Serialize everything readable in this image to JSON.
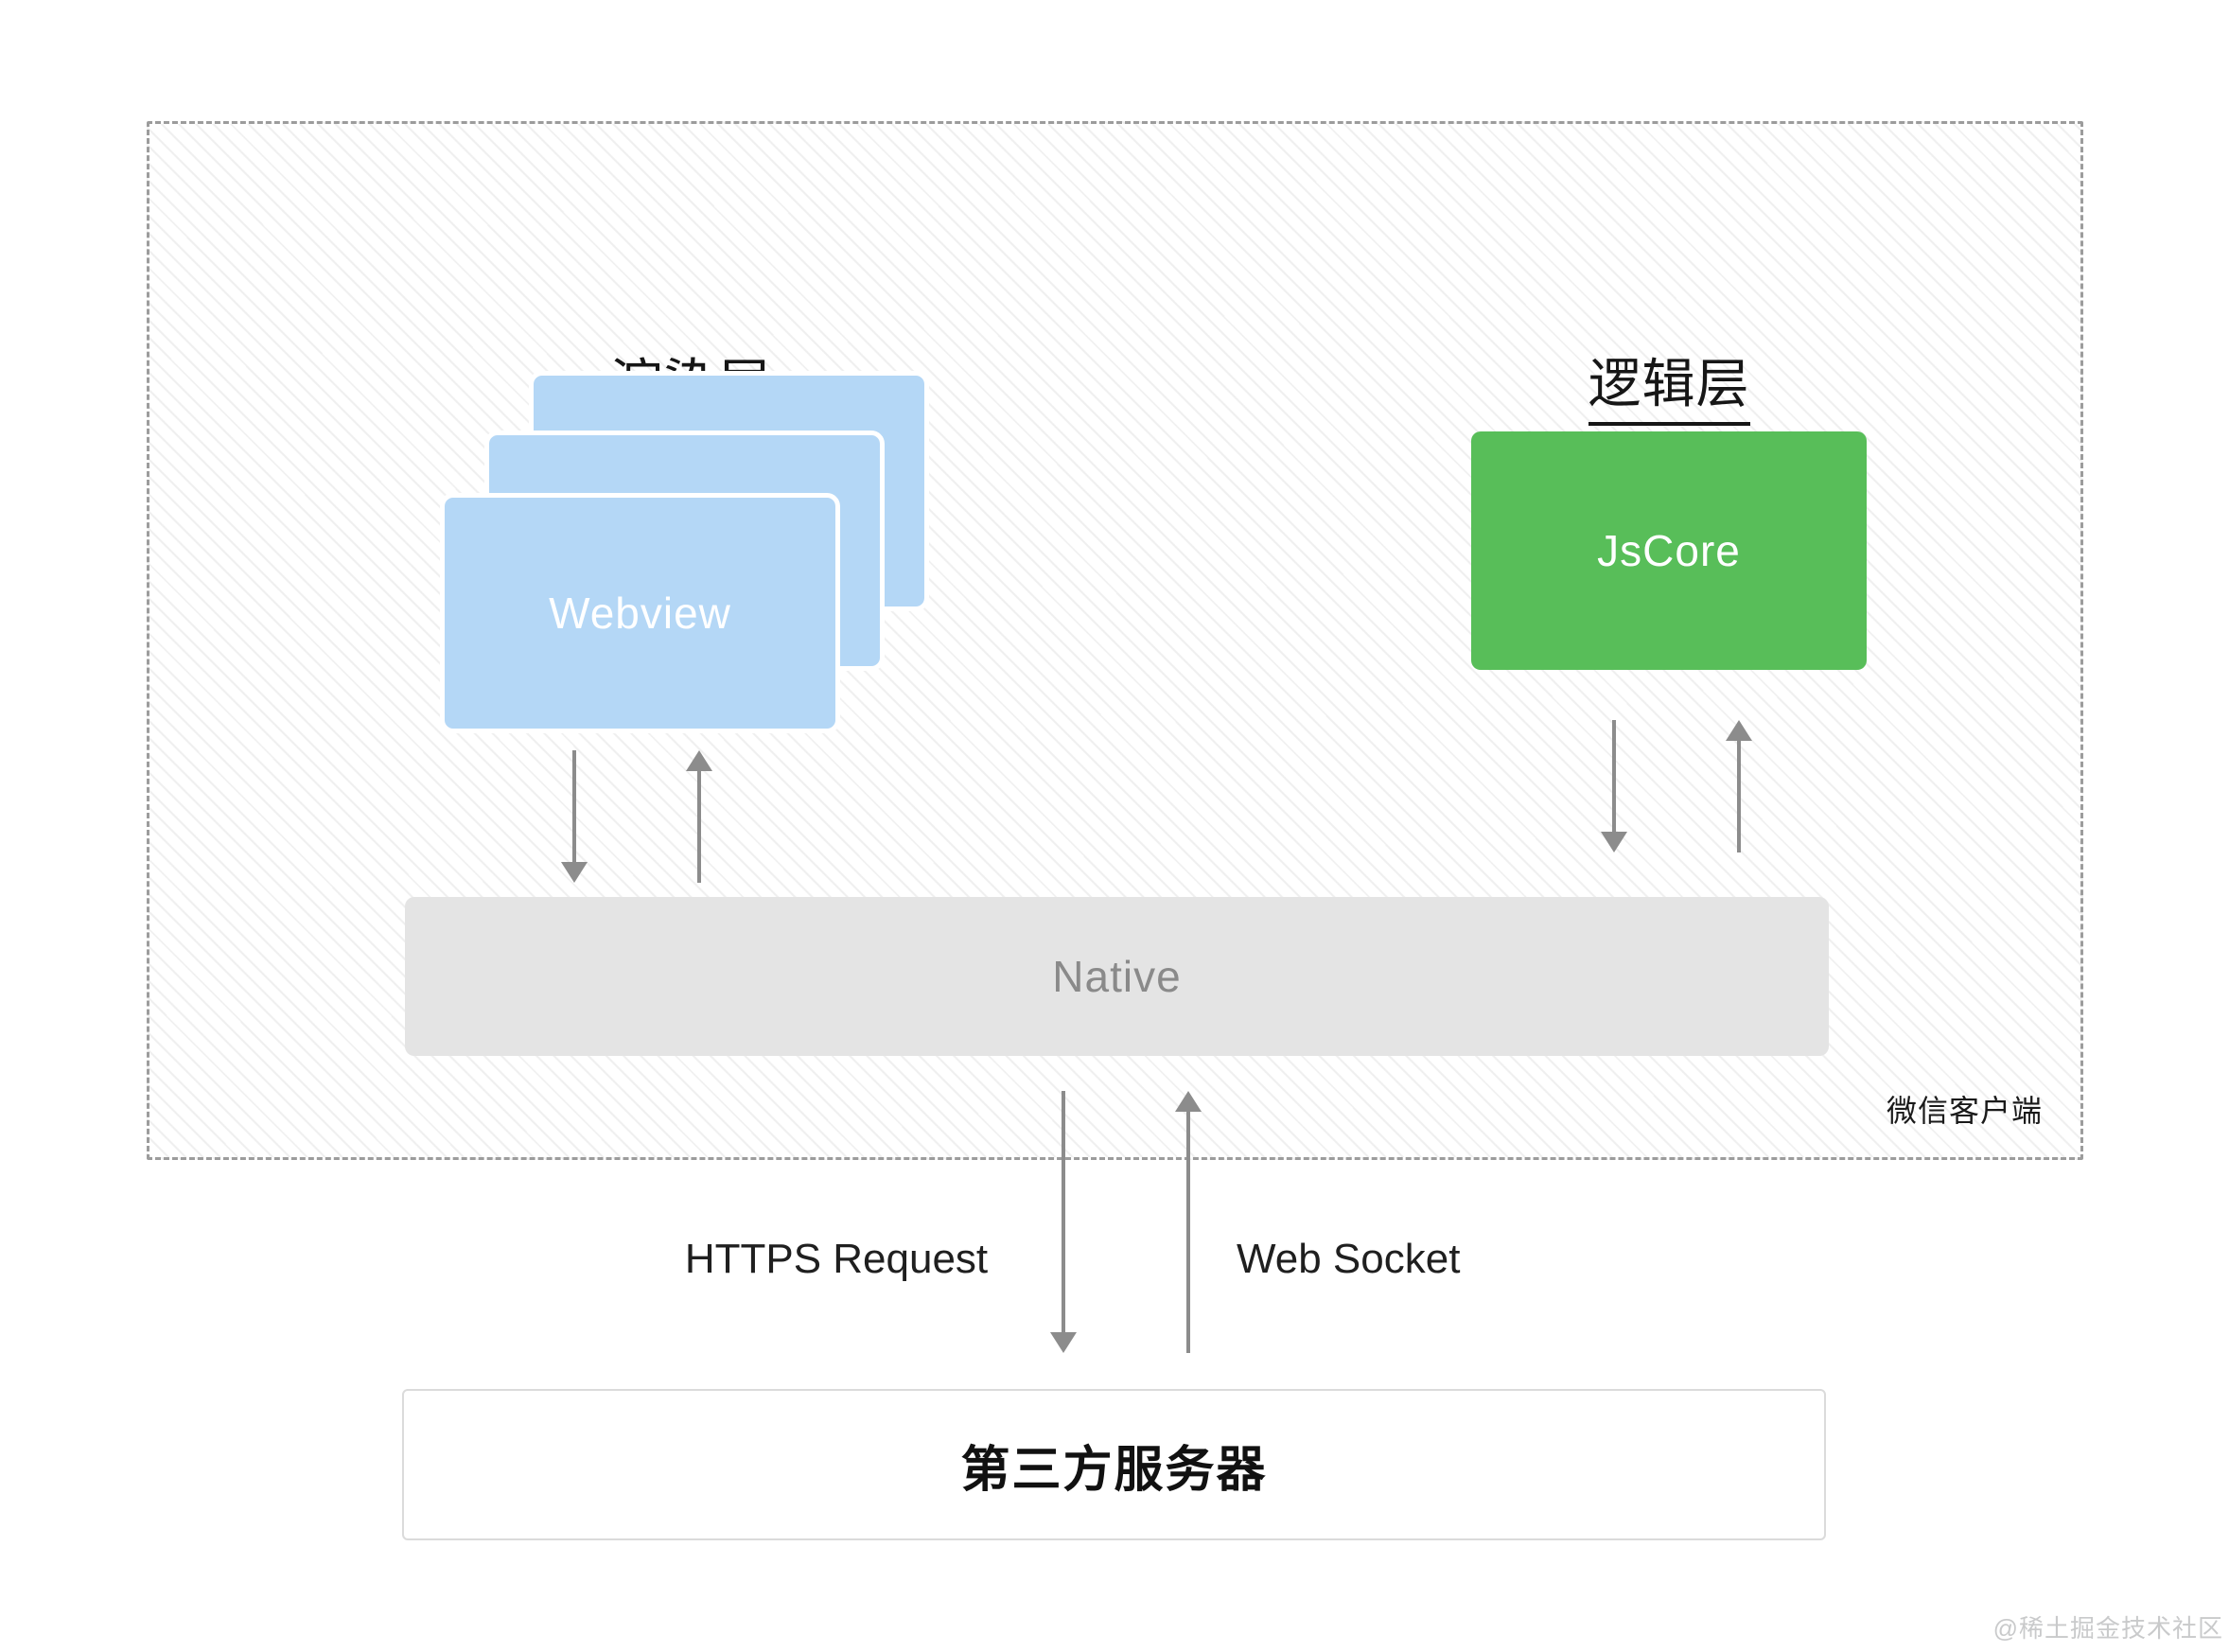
{
  "diagram": {
    "client_container": {
      "label": "微信客户端"
    },
    "render_layer": {
      "title": "渲染层",
      "box_label": "Webview",
      "stacked_cards": 3
    },
    "logic_layer": {
      "title": "逻辑层",
      "box_label": "JsCore"
    },
    "native": {
      "label": "Native"
    },
    "connections": {
      "https_label": "HTTPS Request",
      "websocket_label": "Web Socket",
      "arrows": [
        {
          "name": "webview-to-native",
          "direction": "down"
        },
        {
          "name": "native-to-webview",
          "direction": "up"
        },
        {
          "name": "jscore-to-native",
          "direction": "down"
        },
        {
          "name": "native-to-jscore",
          "direction": "up"
        },
        {
          "name": "native-to-server-https",
          "direction": "down"
        },
        {
          "name": "server-to-native-websocket",
          "direction": "up"
        }
      ]
    },
    "server": {
      "label": "第三方服务器"
    },
    "watermark": "@稀土掘金技术社区",
    "colors": {
      "webview_blue": "#b4d7f6",
      "jscore_green": "#58be59",
      "native_gray": "#e4e4e4",
      "native_text_gray": "#8a8a8a",
      "arrow_gray": "#8c8c8c",
      "dashed_border_gray": "#9c9c9c",
      "server_border_gray": "#dbdbdb",
      "watermark_gray": "#c9cacb"
    }
  }
}
